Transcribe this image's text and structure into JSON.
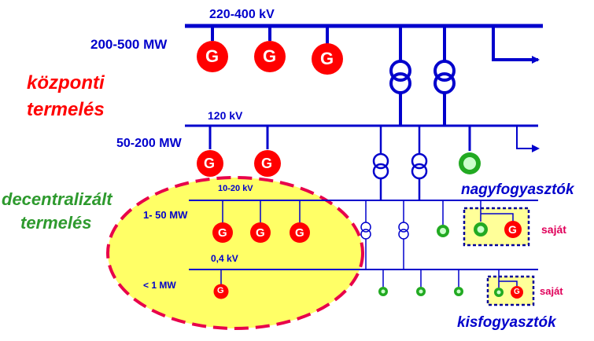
{
  "levels": {
    "transmission": {
      "voltage": "220-400 kV",
      "power": "200-500 MW"
    },
    "subtransmission": {
      "voltage": "120 kV",
      "power": "50-200 MW"
    },
    "medium": {
      "voltage": "10-20 kV",
      "power": "1- 50 MW"
    },
    "low": {
      "voltage": "0,4 kV",
      "power": "< 1 MW"
    }
  },
  "labels": {
    "central_line1": "központi",
    "central_line2": "termelés",
    "decentral_line1": "decentralizált",
    "decentral_line2": "termelés",
    "large_consumers": "nagyfogyasztók",
    "small_consumers": "kisfogyasztók",
    "own_medium": "saját",
    "own_low": "saját"
  },
  "generator_letter": "G",
  "colors": {
    "bus": "#0000cc",
    "generator": "#ff0000",
    "consumer": "#22aa22",
    "ellipse_fill": "#ffff66",
    "ellipse_border": "#e8004a",
    "central_text": "#ff0000",
    "decentral_text": "#2e9a2e"
  }
}
